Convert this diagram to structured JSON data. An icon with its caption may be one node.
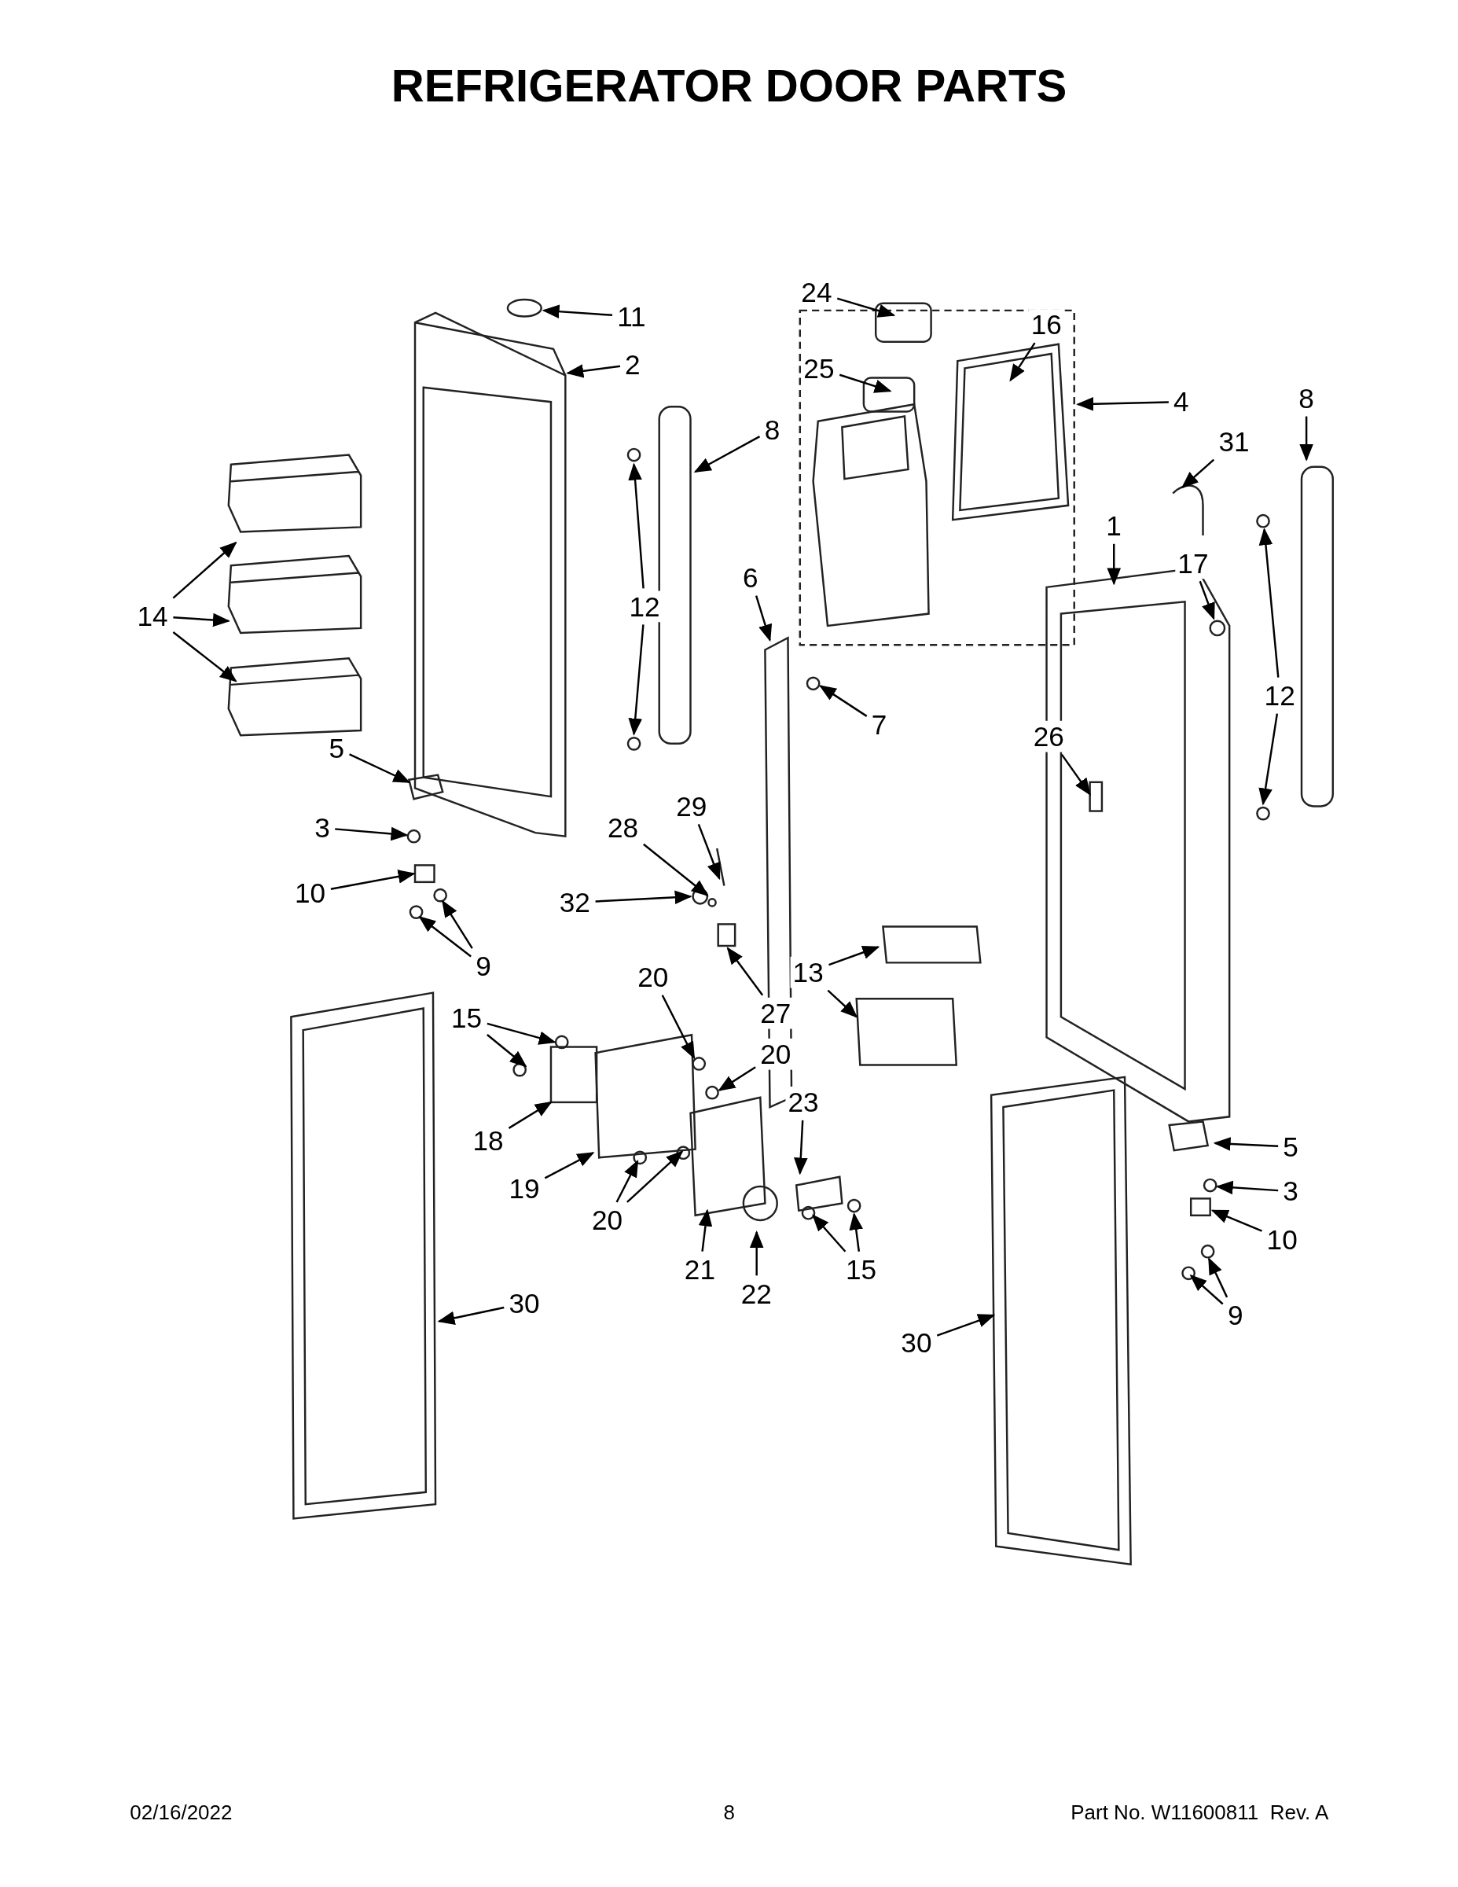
{
  "diagram": {
    "title": "REFRIGERATOR DOOR PARTS",
    "nodes": [
      {
        "text": [
          "11"
        ]
      },
      {
        "text": [
          "2"
        ]
      },
      {
        "text": [
          "8"
        ]
      },
      {
        "text": [
          "12"
        ]
      },
      {
        "text": [
          "14"
        ]
      },
      {
        "text": [
          "5"
        ]
      },
      {
        "text": [
          "3"
        ]
      },
      {
        "text": [
          "10"
        ]
      },
      {
        "text": [
          "9"
        ]
      },
      {
        "text": [
          "24"
        ]
      },
      {
        "text": [
          "25"
        ]
      },
      {
        "text": [
          "16"
        ]
      },
      {
        "text": [
          "4"
        ]
      },
      {
        "text": [
          "6"
        ]
      },
      {
        "text": [
          "7"
        ]
      },
      {
        "text": [
          "29"
        ]
      },
      {
        "text": [
          "28"
        ]
      },
      {
        "text": [
          "32"
        ]
      },
      {
        "text": [
          "27"
        ]
      },
      {
        "text": [
          "8"
        ]
      },
      {
        "text": [
          "31"
        ]
      },
      {
        "text": [
          "1"
        ]
      },
      {
        "text": [
          "17"
        ]
      },
      {
        "text": [
          "12"
        ]
      },
      {
        "text": [
          "26"
        ]
      },
      {
        "text": [
          "13"
        ]
      },
      {
        "text": [
          "20"
        ]
      },
      {
        "text": [
          "20"
        ]
      },
      {
        "text": [
          "15"
        ]
      },
      {
        "text": [
          "18"
        ]
      },
      {
        "text": [
          "23"
        ]
      },
      {
        "text": [
          "19"
        ]
      },
      {
        "text": [
          "20"
        ]
      },
      {
        "text": [
          "21"
        ]
      },
      {
        "text": [
          "22"
        ]
      },
      {
        "text": [
          "15"
        ]
      },
      {
        "text": [
          "5"
        ]
      },
      {
        "text": [
          "3"
        ]
      },
      {
        "text": [
          "10"
        ]
      },
      {
        "text": [
          "9"
        ]
      },
      {
        "text": [
          "30"
        ]
      },
      {
        "text": [
          "30"
        ]
      }
    ],
    "edges": [
      {
        "from": 0,
        "to": null,
        "arrow": "to"
      },
      {
        "from": 1,
        "to": null,
        "arrow": "to"
      },
      {
        "from": 2,
        "to": null,
        "arrow": "to"
      },
      {
        "from": 3,
        "to": null,
        "arrow": "to"
      },
      {
        "from": 3,
        "to": null,
        "arrow": "to"
      },
      {
        "from": 4,
        "to": null,
        "arrow": "to"
      },
      {
        "from": 4,
        "to": null,
        "arrow": "to"
      },
      {
        "from": 4,
        "to": null,
        "arrow": "to"
      },
      {
        "from": 5,
        "to": null,
        "arrow": "to"
      },
      {
        "from": 6,
        "to": null,
        "arrow": "to"
      },
      {
        "from": 7,
        "to": null,
        "arrow": "to"
      },
      {
        "from": 8,
        "to": null,
        "arrow": "to"
      },
      {
        "from": 8,
        "to": null,
        "arrow": "to"
      },
      {
        "from": 9,
        "to": null,
        "arrow": "to"
      },
      {
        "from": 10,
        "to": null,
        "arrow": "to"
      },
      {
        "from": 11,
        "to": null,
        "arrow": "to"
      },
      {
        "from": 12,
        "to": null,
        "arrow": "to"
      },
      {
        "from": 13,
        "to": null,
        "arrow": "to"
      },
      {
        "from": 14,
        "to": null,
        "arrow": "to"
      },
      {
        "from": 15,
        "to": null,
        "arrow": "to"
      },
      {
        "from": 16,
        "to": null,
        "arrow": "to"
      },
      {
        "from": 17,
        "to": null,
        "arrow": "to"
      },
      {
        "from": 18,
        "to": null,
        "arrow": "to"
      },
      {
        "from": 19,
        "to": null,
        "arrow": "to"
      },
      {
        "from": 20,
        "to": null,
        "arrow": "to"
      },
      {
        "from": 21,
        "to": null,
        "arrow": "to"
      },
      {
        "from": 22,
        "to": null,
        "arrow": "to"
      },
      {
        "from": 23,
        "to": null,
        "arrow": "to"
      },
      {
        "from": 23,
        "to": null,
        "arrow": "to"
      },
      {
        "from": 24,
        "to": null,
        "arrow": "to"
      },
      {
        "from": 25,
        "to": null,
        "arrow": "to"
      },
      {
        "from": 25,
        "to": null,
        "arrow": "to"
      },
      {
        "from": 26,
        "to": null,
        "arrow": "to"
      },
      {
        "from": 27,
        "to": null,
        "arrow": "to"
      },
      {
        "from": 28,
        "to": null,
        "arrow": "to"
      },
      {
        "from": 28,
        "to": null,
        "arrow": "to"
      },
      {
        "from": 29,
        "to": null,
        "arrow": "to"
      },
      {
        "from": 30,
        "to": null,
        "arrow": "to"
      },
      {
        "from": 31,
        "to": null,
        "arrow": "to"
      },
      {
        "from": 32,
        "to": null,
        "arrow": "to"
      },
      {
        "from": 32,
        "to": null,
        "arrow": "to"
      },
      {
        "from": 33,
        "to": null,
        "arrow": "to"
      },
      {
        "from": 34,
        "to": null,
        "arrow": "to"
      },
      {
        "from": 35,
        "to": null,
        "arrow": "to"
      },
      {
        "from": 35,
        "to": null,
        "arrow": "to"
      },
      {
        "from": 36,
        "to": null,
        "arrow": "to"
      },
      {
        "from": 37,
        "to": null,
        "arrow": "to"
      },
      {
        "from": 38,
        "to": null,
        "arrow": "to"
      },
      {
        "from": 39,
        "to": null,
        "arrow": "to"
      },
      {
        "from": 39,
        "to": null,
        "arrow": "to"
      },
      {
        "from": 40,
        "to": null,
        "arrow": "to"
      },
      {
        "from": 41,
        "to": null,
        "arrow": "to"
      }
    ],
    "labels": [
      "02/16/2022",
      "8",
      "Part No. W11600811  Rev. A"
    ]
  }
}
